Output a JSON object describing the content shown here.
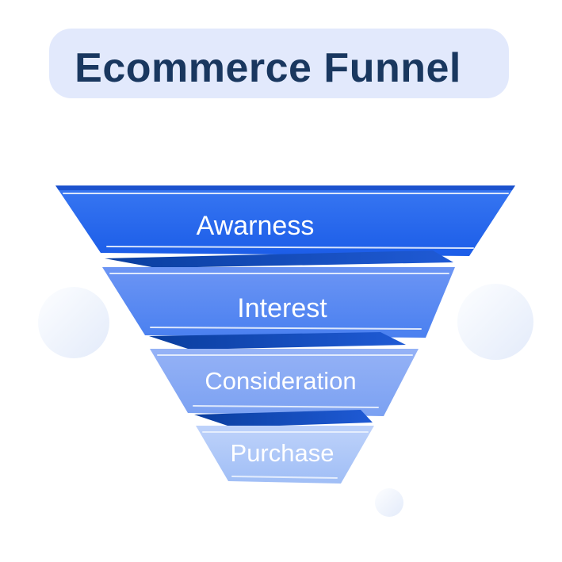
{
  "title": {
    "text": "Ecommerce Funnel",
    "text_color": "#19375f",
    "pill_color": "#e2e9fc"
  },
  "funnel": {
    "type": "funnel",
    "label_color": "#ffffff",
    "highlight_color": "#e8f0fd",
    "top_edge_color": "#1c52ce",
    "wedge": {
      "color_left": "#0a3e9e",
      "color_right": "#1f5ad5"
    },
    "stages": [
      {
        "label": "Awarness",
        "color_top": "#3877f2",
        "color_bottom": "#1c5de8"
      },
      {
        "label": "Interest",
        "color_top": "#6c95f4",
        "color_bottom": "#4a80f0"
      },
      {
        "label": "Consideration",
        "color_top": "#95b2f6",
        "color_bottom": "#7ba1f2"
      },
      {
        "label": "Purchase",
        "color_top": "#bed2fa",
        "color_bottom": "#a0bef6"
      }
    ]
  },
  "decor": {
    "circle_light": "#fdfeff",
    "circle_dark": "#e3ebfa"
  }
}
